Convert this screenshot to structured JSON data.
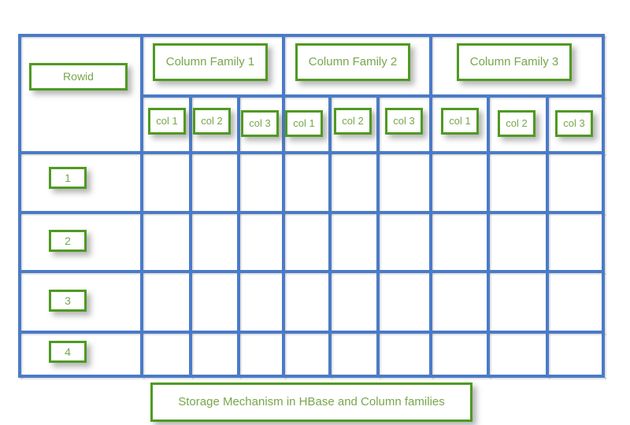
{
  "diagram": {
    "title": "Storage Mechanism in HBase and Column families",
    "colors": {
      "grid_blue": "#4A7BC8",
      "box_border_green": "#4F9A22",
      "text_green": "#76A74B",
      "background": "#FFFFFF"
    }
  },
  "table": {
    "rowid_header": "Rowid",
    "column_families": [
      {
        "name": "Column Family 1",
        "columns": [
          "col 1",
          "col 2",
          "col 3"
        ]
      },
      {
        "name": "Column Family 2",
        "columns": [
          "col 1",
          "col 2",
          "col 3"
        ]
      },
      {
        "name": "Column Family 3",
        "columns": [
          "col 1",
          "col 2",
          "col 3"
        ]
      }
    ],
    "rows": [
      {
        "rowid": "1",
        "cells": [
          "",
          "",
          "",
          "",
          "",
          "",
          "",
          "",
          ""
        ]
      },
      {
        "rowid": "2",
        "cells": [
          "",
          "",
          "",
          "",
          "",
          "",
          "",
          "",
          ""
        ]
      },
      {
        "rowid": "3",
        "cells": [
          "",
          "",
          "",
          "",
          "",
          "",
          "",
          "",
          ""
        ]
      },
      {
        "rowid": "4",
        "cells": [
          "",
          "",
          "",
          "",
          "",
          "",
          "",
          "",
          ""
        ]
      }
    ]
  },
  "caption": {
    "text": "Storage Mechanism in HBase and Column families"
  }
}
